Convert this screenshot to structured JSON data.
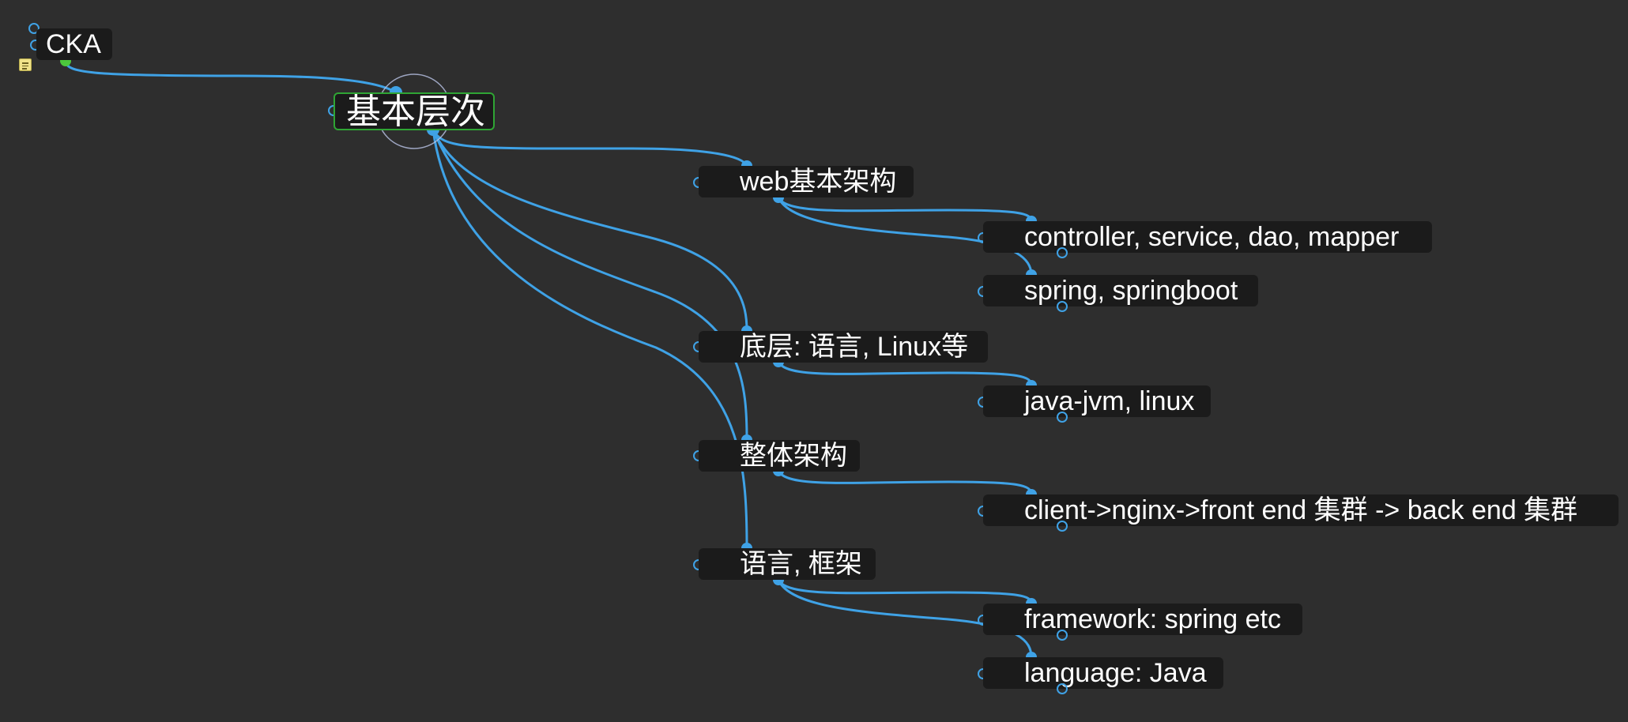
{
  "colors": {
    "background": "#2e2e2e",
    "node_fill": "#1b1b1b",
    "link": "#3fa2e6",
    "root_border": "#2fa534",
    "anchor_green": "#4cc83c",
    "focus_ring": "#b9c3e6"
  },
  "icons": {
    "note": "note-icon",
    "collapse": "collapse-ring-icon"
  },
  "mindmap": {
    "parent": {
      "label": "CKA"
    },
    "root": {
      "label": "基本层次"
    },
    "branches": [
      {
        "label": "web基本架构",
        "children": [
          "controller, service, dao, mapper",
          "spring, springboot"
        ]
      },
      {
        "label": "底层: 语言, Linux等",
        "children": [
          "java-jvm, linux"
        ]
      },
      {
        "label": "整体架构",
        "children": [
          "client->nginx->front end 集群 -> back end 集群"
        ]
      },
      {
        "label": "语言, 框架",
        "children": [
          "framework: spring etc",
          "language: Java"
        ]
      }
    ]
  }
}
